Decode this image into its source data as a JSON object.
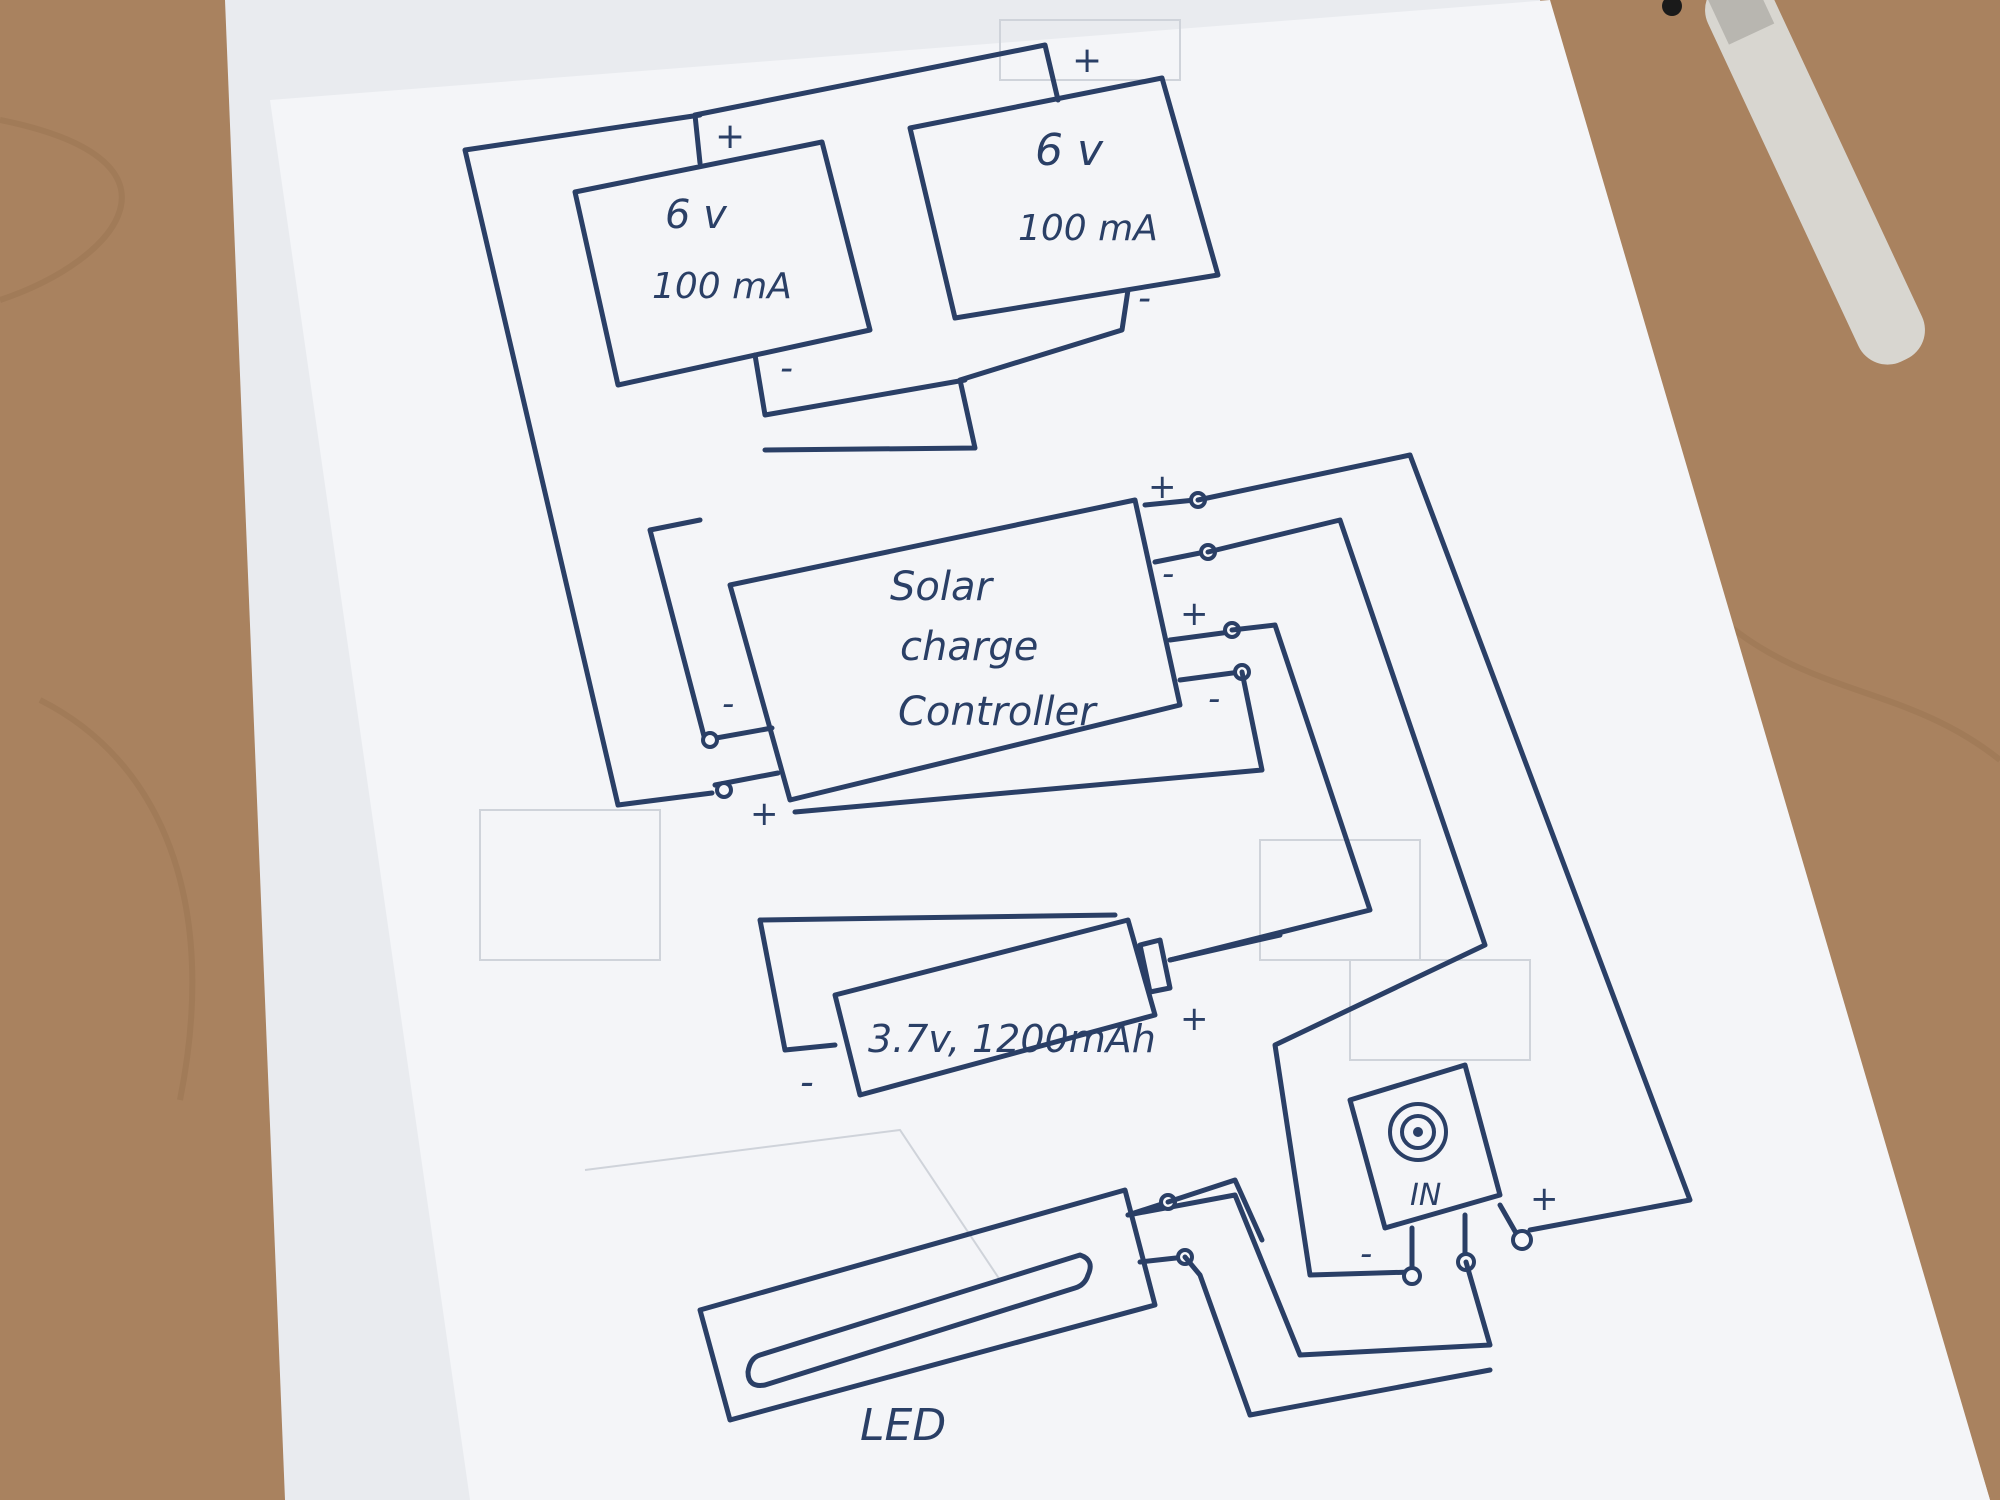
{
  "diagram": {
    "panel_left": {
      "voltage": "6 v",
      "current": "100 mA",
      "plus": "+",
      "minus": "-"
    },
    "panel_right": {
      "voltage": "6 v",
      "current": "100 mA",
      "plus": "+",
      "minus": "-"
    },
    "controller": {
      "line1": "Solar",
      "line2": "charge",
      "line3": "Controller",
      "in_minus": "-",
      "in_plus": "+",
      "out_plus_1": "+",
      "out_minus_1": "-",
      "out_plus_2": "+",
      "out_minus_2": "-"
    },
    "battery": {
      "label": "3.7v, 1200mAh",
      "plus": "+",
      "minus": "-"
    },
    "switch": {
      "label": "IN",
      "plus": "+",
      "minus": "-"
    },
    "led": {
      "label": "LED"
    }
  },
  "colors": {
    "ink": "#2a3f66",
    "paper": "#f4f5f8",
    "table": "#a9825f"
  }
}
